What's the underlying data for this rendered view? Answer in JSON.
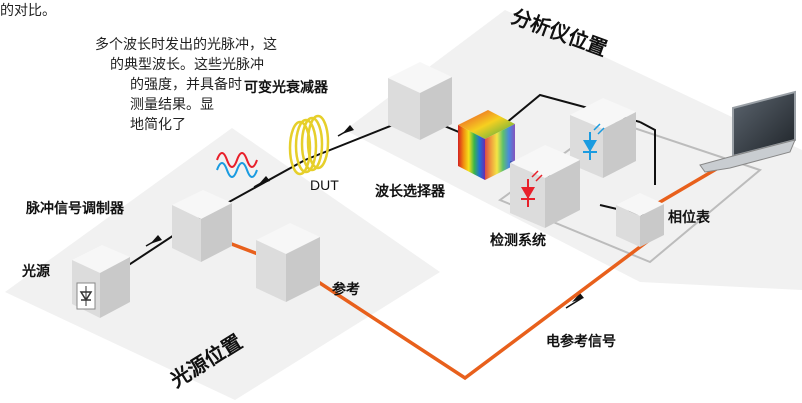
{
  "intro_lines": [
    "的对比。",
    "多个波长时发出的光脉冲，这",
    "的典型波长。这些光脉冲",
    "的强度，并具备时",
    "测量结果。显",
    "地简化了"
  ],
  "labels": {
    "analyzer_location": "分析仪位置",
    "source_location": "光源位置",
    "attenuator": "可变光衰减器",
    "modulator": "脉冲信号调制器",
    "dut": "DUT",
    "wavelength_selector": "波长选择器",
    "detection_system": "检测系统",
    "phase_meter": "相位表",
    "light_source": "光源",
    "reference": "参考",
    "electrical_reference": "电参考信号"
  },
  "colors": {
    "optical_path": "#111111",
    "electrical_path": "#e8601c",
    "cube_face": "#e9e9e9",
    "platform": "#f1f1f1",
    "detector_red": "#e8202a",
    "detector_blue": "#1a9be0",
    "coil": "#e6cf2a"
  },
  "icons": [
    "laser-diode-icon",
    "wave-signal-icon",
    "fiber-coil-icon",
    "spectrum-cube-icon",
    "photodetector-icon",
    "laptop-icon"
  ]
}
